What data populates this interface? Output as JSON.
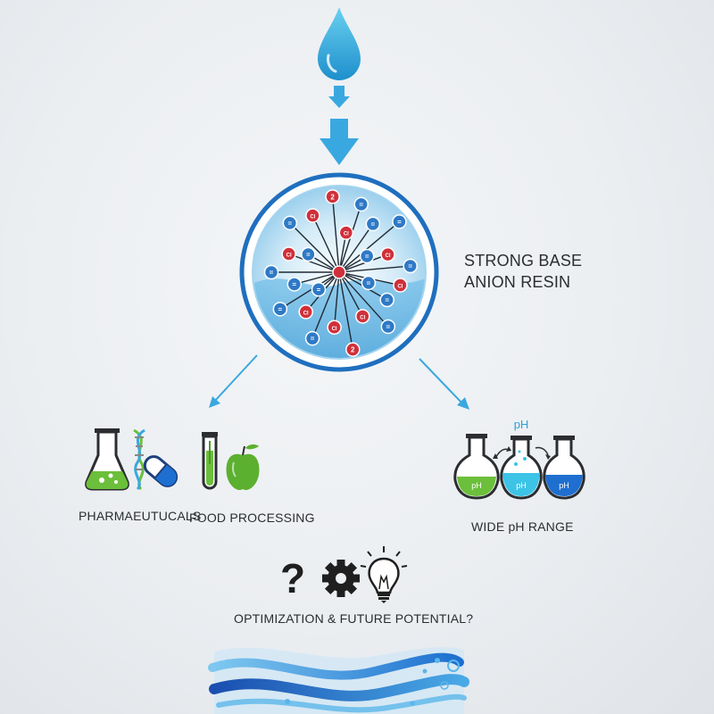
{
  "resin": {
    "title_line1": "STRONG BASE",
    "title_line2": "ANION RESIN",
    "ion_symbols": [
      "Cl",
      "=",
      "2"
    ]
  },
  "applications": {
    "pharma_label": "PHARMAEUTUCALS",
    "food_label": "FOOD PROCESSING",
    "ph_label": "WIDE pH RANGE",
    "ph_heading": "pH",
    "flask_labels": [
      "pH",
      "pH",
      "pH"
    ]
  },
  "future": {
    "label": "OPTIMIZATION & FUTURE POTENTIAL?",
    "question_mark": "?"
  },
  "colors": {
    "water_blue": "#2f9fd6",
    "arrow_blue": "#3aa8e0",
    "ring_blue": "#1f6fbf",
    "ion_red": "#d0303a",
    "ion_blue": "#2e79c6",
    "green": "#6bbf3a",
    "cyan": "#3cc3e6",
    "deep_blue": "#1e6fd0"
  },
  "icons": [
    "water-drop-icon",
    "down-arrow-icon",
    "flask-icon",
    "dna-icon",
    "capsule-icon",
    "test-tube-icon",
    "apple-icon",
    "question-icon",
    "gear-icon",
    "lightbulb-icon",
    "wave-icon"
  ]
}
